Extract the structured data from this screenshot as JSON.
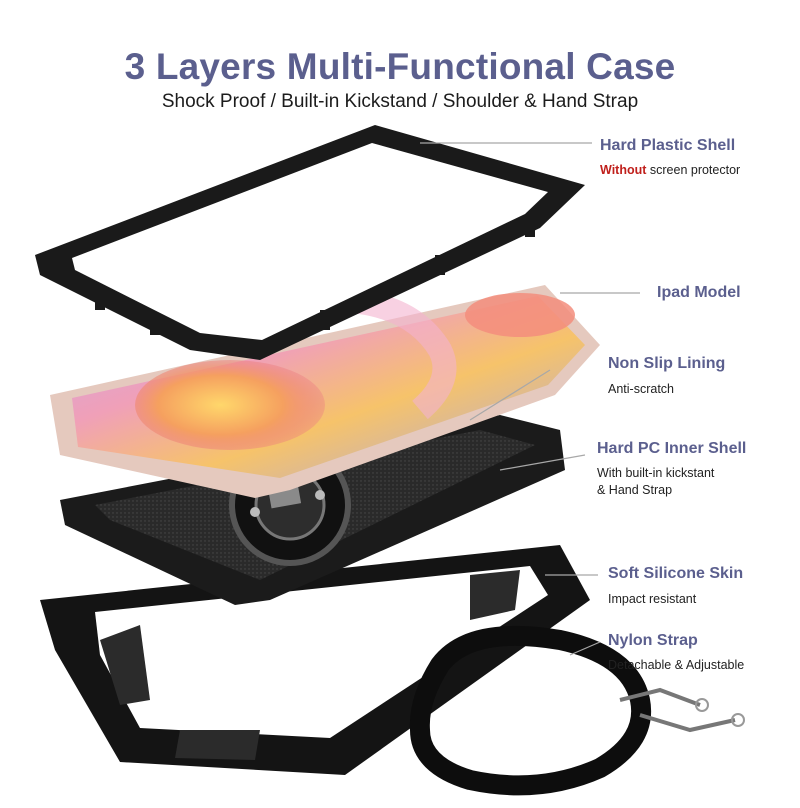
{
  "header": {
    "title": "3 Layers Multi-Functional Case",
    "subtitle": "Shock Proof / Built-in Kickstand / Shoulder & Hand Strap"
  },
  "callouts": [
    {
      "label": "Hard Plastic Shell",
      "note_highlight": "Without",
      "note_rest": " screen protector"
    },
    {
      "label": "Ipad Model",
      "note": ""
    },
    {
      "label": "Non Slip Lining",
      "note": "Anti-scratch"
    },
    {
      "label": "Hard PC Inner Shell",
      "note_line1": "With built-in kickstant",
      "note_line2": "& Hand Strap"
    },
    {
      "label": "Soft Silicone Skin",
      "note": "Impact resistant"
    },
    {
      "label": "Nylon Strap",
      "note": "Detachable & Adjustable"
    }
  ],
  "colors": {
    "title": "#5b5f8e",
    "highlight": "#c0201c",
    "case_black": "#161616",
    "leader_line": "#a8a8a8"
  }
}
